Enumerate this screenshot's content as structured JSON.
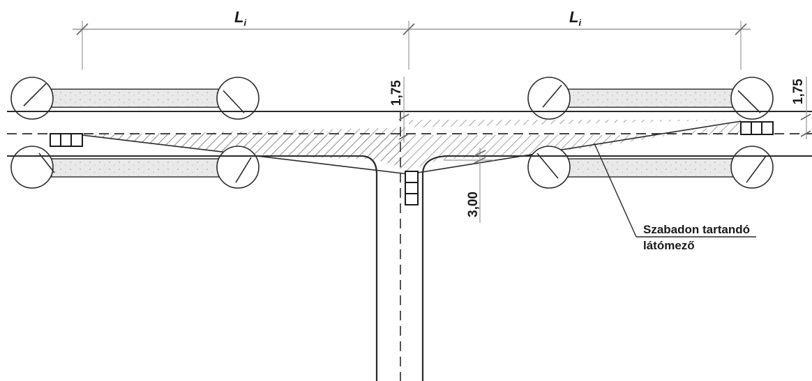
{
  "diagram": {
    "dimension_left": {
      "main": "L",
      "sub": "i"
    },
    "dimension_right": {
      "main": "L",
      "sub": "i"
    },
    "offset_left": "1,75",
    "offset_right": "1,75",
    "offset_minor": "3,00",
    "annotation": {
      "line1": "Szabadon tartandó",
      "line2": "látómező"
    },
    "colors": {
      "line": "#2a2a2a",
      "hatch": "#8a8a8a",
      "tree_strip": "#e9e9e9",
      "background": "#ffffff"
    }
  }
}
